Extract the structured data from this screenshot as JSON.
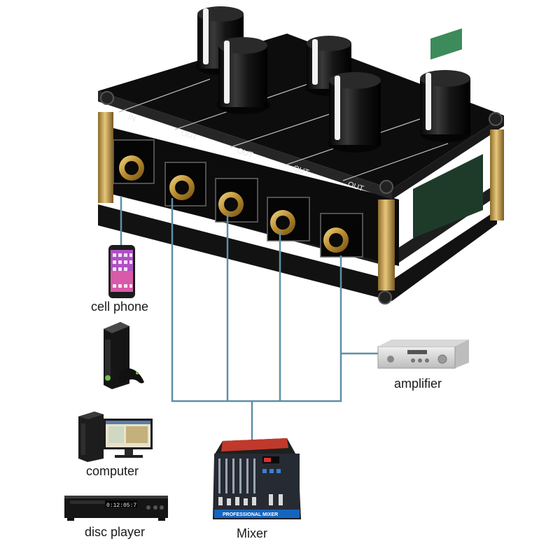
{
  "device": {
    "panel_labels": [
      "IN",
      "OUT",
      "OUT",
      "OUT",
      "OUT"
    ]
  },
  "connections": {
    "wire_color": "#5e8fa6"
  },
  "devices": {
    "cell_phone": {
      "label": "cell phone",
      "icon": "smartphone-icon"
    },
    "console": {
      "label": "",
      "icon": "game-console-icon"
    },
    "amplifier": {
      "label": "amplifier",
      "icon": "amplifier-icon"
    },
    "computer": {
      "label": "computer",
      "icon": "desktop-computer-icon"
    },
    "disc_player": {
      "label": "disc player",
      "icon": "disc-player-icon",
      "display_text": "0:12:05:7"
    },
    "mixer": {
      "label": "Mixer",
      "icon": "audio-mixer-icon",
      "panel_text": "PROFESSIONAL MIXER"
    }
  }
}
